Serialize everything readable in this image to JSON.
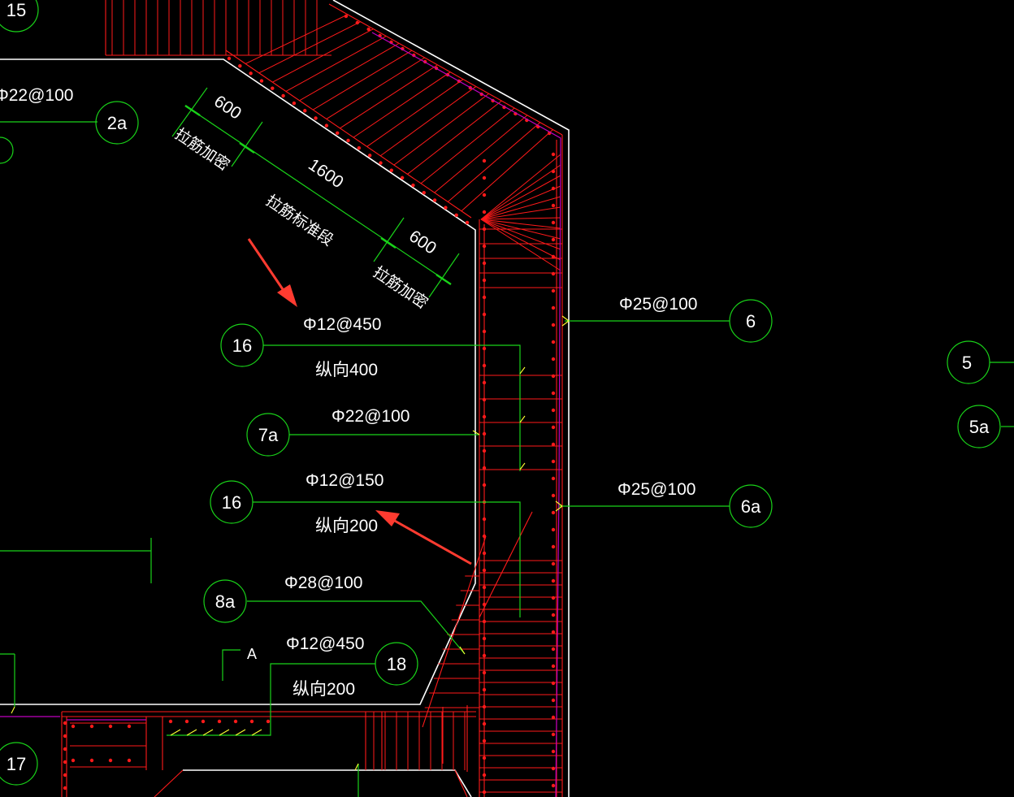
{
  "colors": {
    "background": "#000000",
    "outline": "#ffffff",
    "rebar": "#ff1a1a",
    "leader": "#19d219",
    "bubble": "#19d219",
    "magenta": "#c000c0",
    "hook": "#ffff33",
    "arrow": "#ff3b30"
  },
  "bubbles": {
    "b15": "15",
    "b2a": "2a",
    "b16a": "16",
    "b7a": "7a",
    "b16b": "16",
    "b8a": "8a",
    "b18": "18",
    "b17": "17",
    "b6": "6",
    "b6a": "6a",
    "b5": "5",
    "b5a": "5a"
  },
  "labels": {
    "spec_2a": "Φ22@100",
    "spec_16a": "Φ12@450",
    "spec_16a_sub": "纵向400",
    "spec_7a": "Φ22@100",
    "spec_16b": "Φ12@150",
    "spec_16b_sub": "纵向200",
    "spec_8a": "Φ28@100",
    "spec_18": "Φ12@450",
    "spec_18_sub": "纵向200",
    "spec_6": "Φ25@100",
    "spec_6a": "Φ25@100",
    "section_mark": "A"
  },
  "dimensions": {
    "d1": "600",
    "d2": "1600",
    "d3": "600",
    "d1_note": "拉筋加密",
    "d2_note": "拉筋标准段",
    "d3_note": "拉筋加密"
  }
}
